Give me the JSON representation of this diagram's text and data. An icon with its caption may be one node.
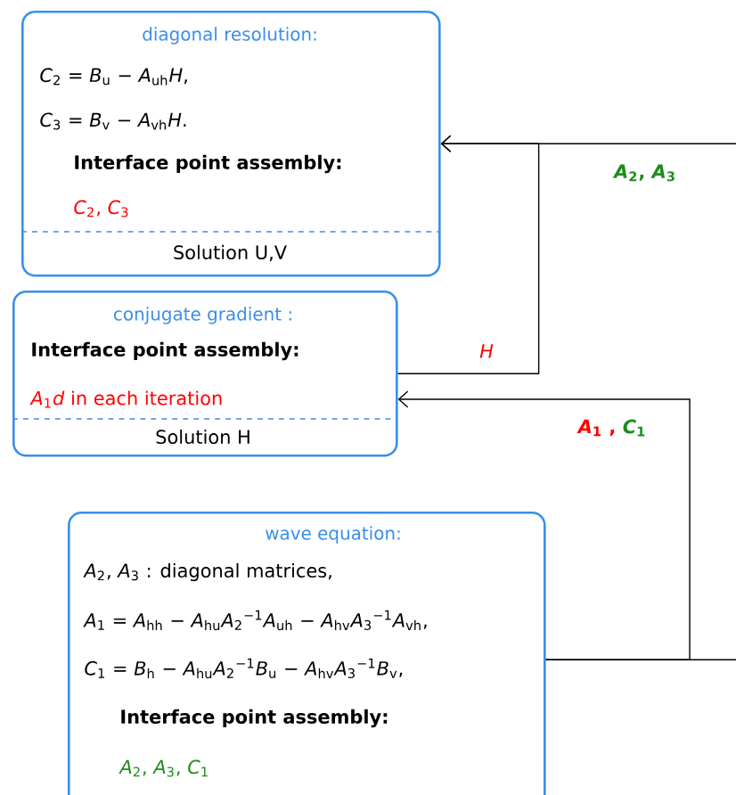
{
  "diagram": {
    "nodes": [
      {
        "text": [
          "diagonal resolution:",
          "*C*$_{2}$ = *B*$_{u}$ − *A*$_{uh}$*H*,",
          "*C*$_{3}$ = *B*$_{v}$ − *A*$_{vh}$*H*.",
          "Interface point assembly:",
          "*C*$_{2}$, *C*$_{3}$",
          "Solution U,V"
        ]
      },
      {
        "text": [
          "conjugate gradient :",
          "Interface point assembly:",
          "*A*$_{1}$*d* in each iteration",
          "Solution H"
        ]
      },
      {
        "text": [
          "wave equation:",
          "*A*$_{2}$, *A*$_{3}$ : diagonal matrices,",
          "*A*$_{1}$ = *A*$_{hh}$ − *A*$_{hu}$*A*$_{2}$$^{−1}$*A*$_{uh}$ − *A*$_{hv}$*A*$_{3}$$^{−1}$*A*$_{vh}$,",
          "*C*$_{1}$ = *B*$_{h}$ − *A*$_{hu}$*A*$_{2}$$^{−1}$*B*$_{u}$ − *A*$_{hv}$*A*$_{3}$$^{−1}$*B*$_{v}$,",
          "Interface point assembly:",
          "*A*$_{2}$, *A*$_{3}$, *C*$_{1}$"
        ]
      }
    ],
    "edges": [
      {
        "from": 2,
        "to": 0,
        "arrow": "to",
        "label": "*A*$_{2}$, *A*$_{3}$"
      },
      {
        "from": 1,
        "to": 0,
        "arrow": "to",
        "label": "*H*"
      },
      {
        "from": 2,
        "to": 1,
        "arrow": "to",
        "label": "*A*$_{1}$ ,"
      }
    ],
    "labels": [
      "*C*$_{1}$"
    ]
  }
}
